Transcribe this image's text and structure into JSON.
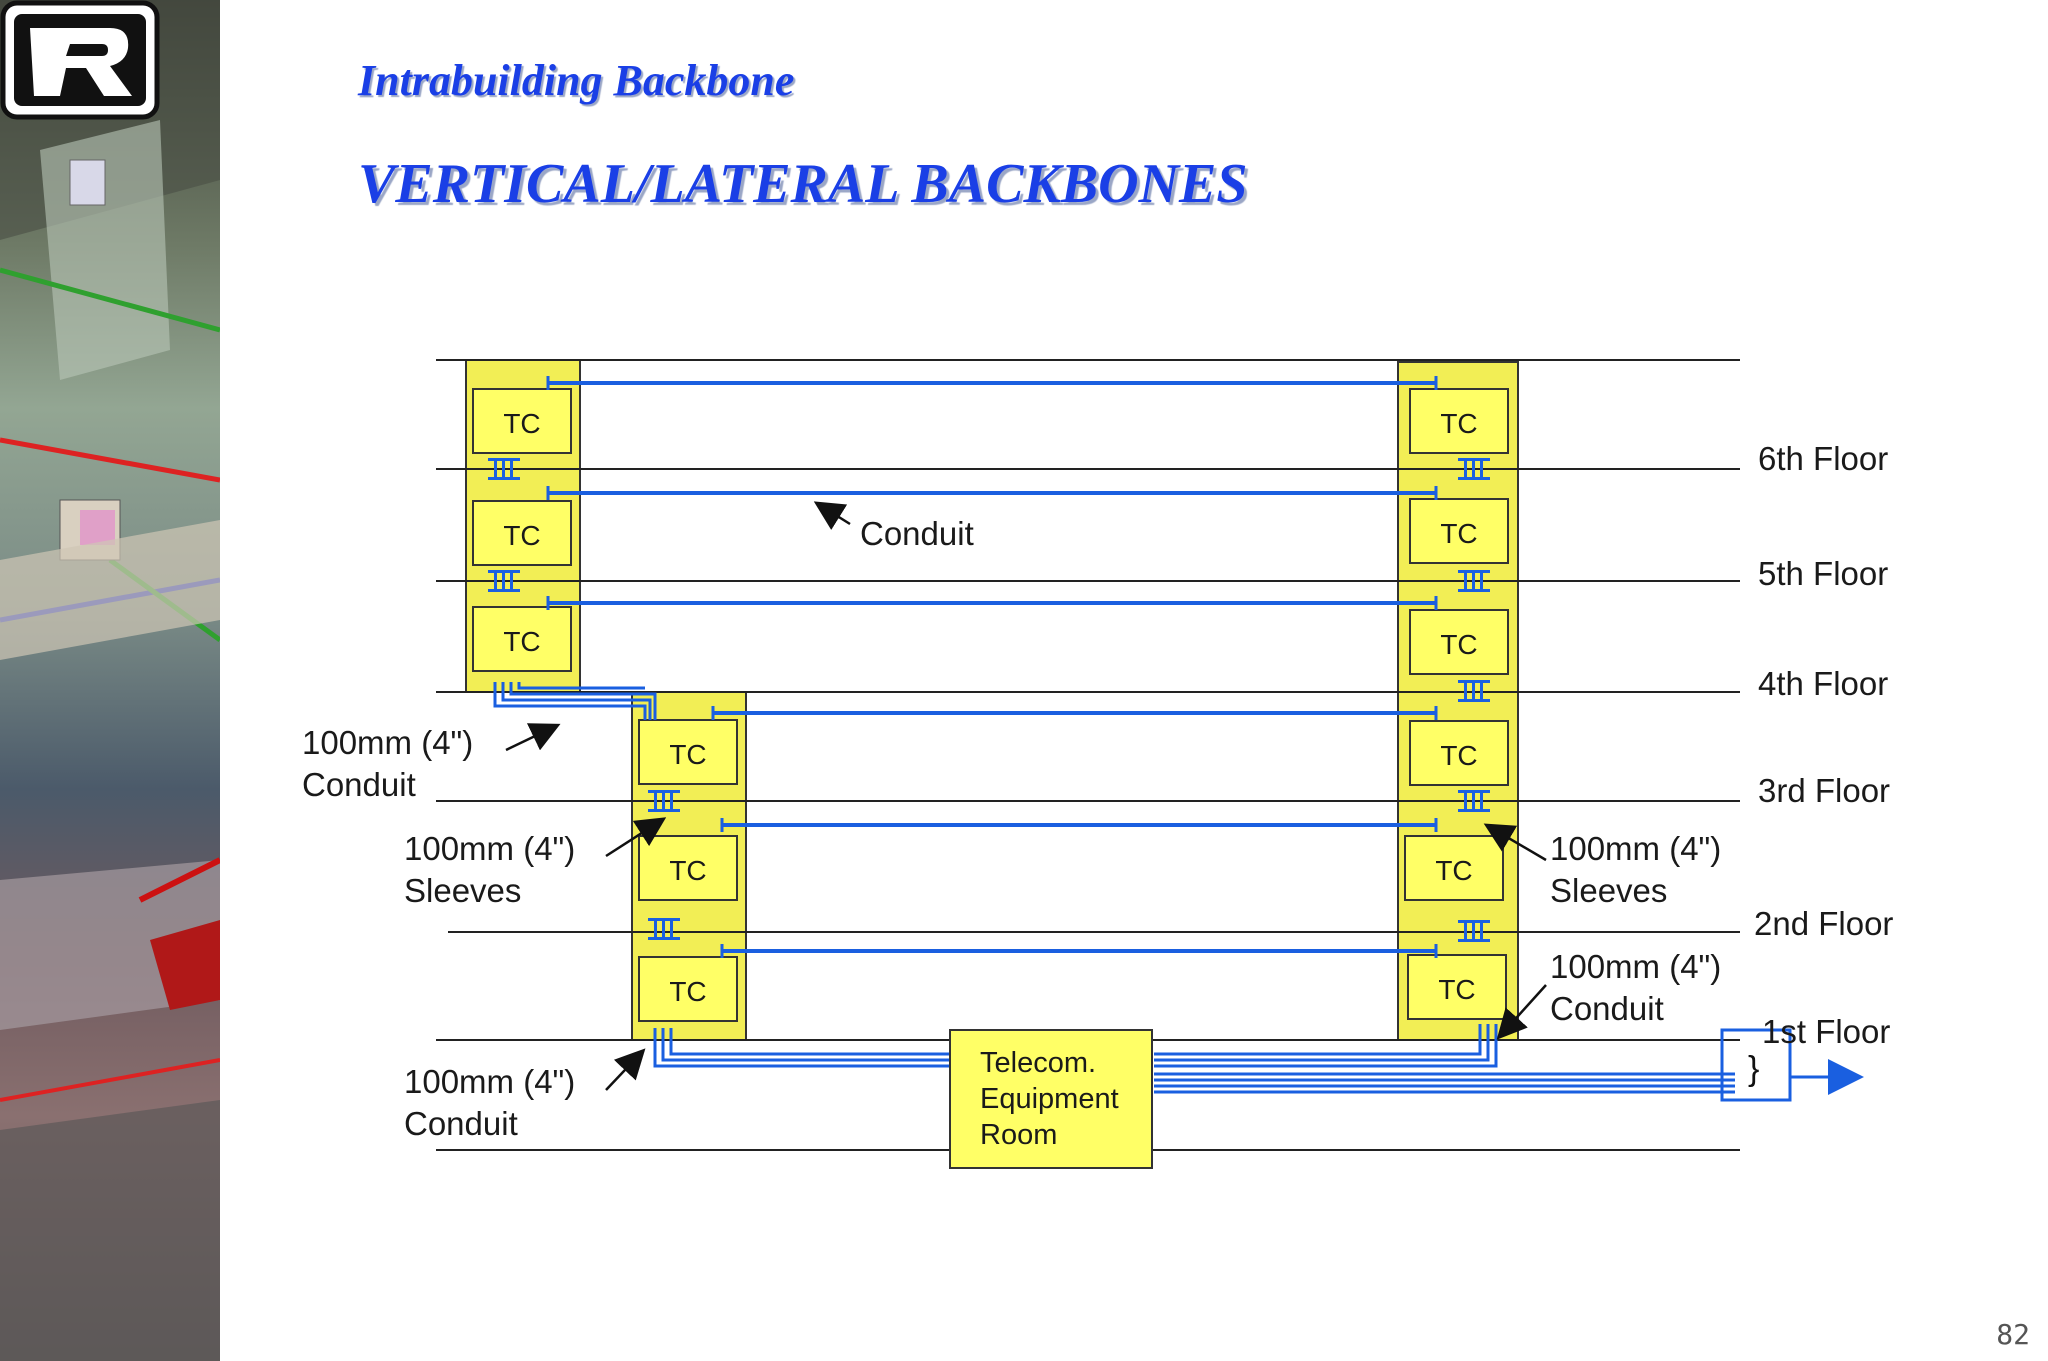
{
  "header": {
    "subtitle": "Intrabuilding Backbone",
    "title": "VERTICAL/LATERAL BACKBONES"
  },
  "diagram": {
    "tc_label": "TC",
    "floors": [
      "6th Floor",
      "5th Floor",
      "4th Floor",
      "3rd Floor",
      "2nd Floor",
      "1st Floor"
    ],
    "conduit_label": "Conduit",
    "conduit_4in_line1": "100mm (4\")",
    "conduit_4in_line2": "Conduit",
    "sleeves_line1": "100mm (4\")",
    "sleeves_line2": "Sleeves",
    "equipment_room": [
      "Telecom.",
      "Equipment",
      "Room"
    ],
    "brace": "}"
  },
  "footer": {
    "page_number": "82"
  },
  "colors": {
    "title": "#1a3fe6",
    "cable": "#1a5fe0",
    "tc_fill": "#ffff66",
    "column_fill": "#f2ee55"
  },
  "icons": {
    "logo": "r-logo",
    "sleeve": "sleeve-icon"
  }
}
